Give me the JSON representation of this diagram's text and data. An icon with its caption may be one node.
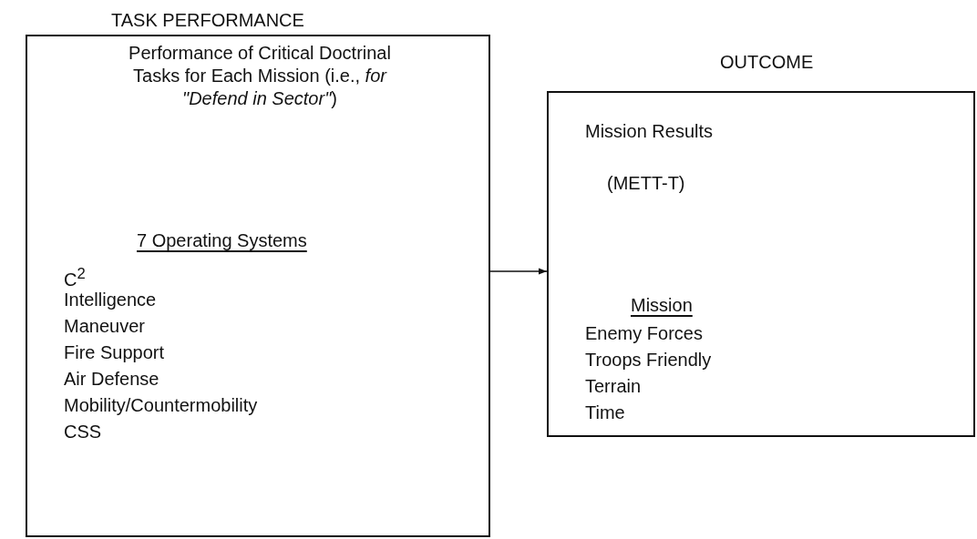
{
  "diagram": {
    "nodes": [
      {
        "text": [
          "TASK PERFORMANCE",
          "Performance of Critical Doctrinal Tasks for Each Mission (i.e., *for \"Defend in Sector\"*)",
          "7 Operating Systems",
          "C$^{2}$",
          "Intelligence",
          "Maneuver",
          "Fire Support",
          "Air Defense",
          "Mobility/Countermobility",
          "CSS"
        ]
      },
      {
        "text": [
          "OUTCOME",
          "Mission Results",
          "(METT-T)",
          "Mission",
          "Enemy Forces",
          "Troops Friendly",
          "Terrain",
          "Time"
        ]
      }
    ],
    "edges": [
      {
        "from": 0,
        "to": 1,
        "arrow": "to"
      }
    ]
  }
}
